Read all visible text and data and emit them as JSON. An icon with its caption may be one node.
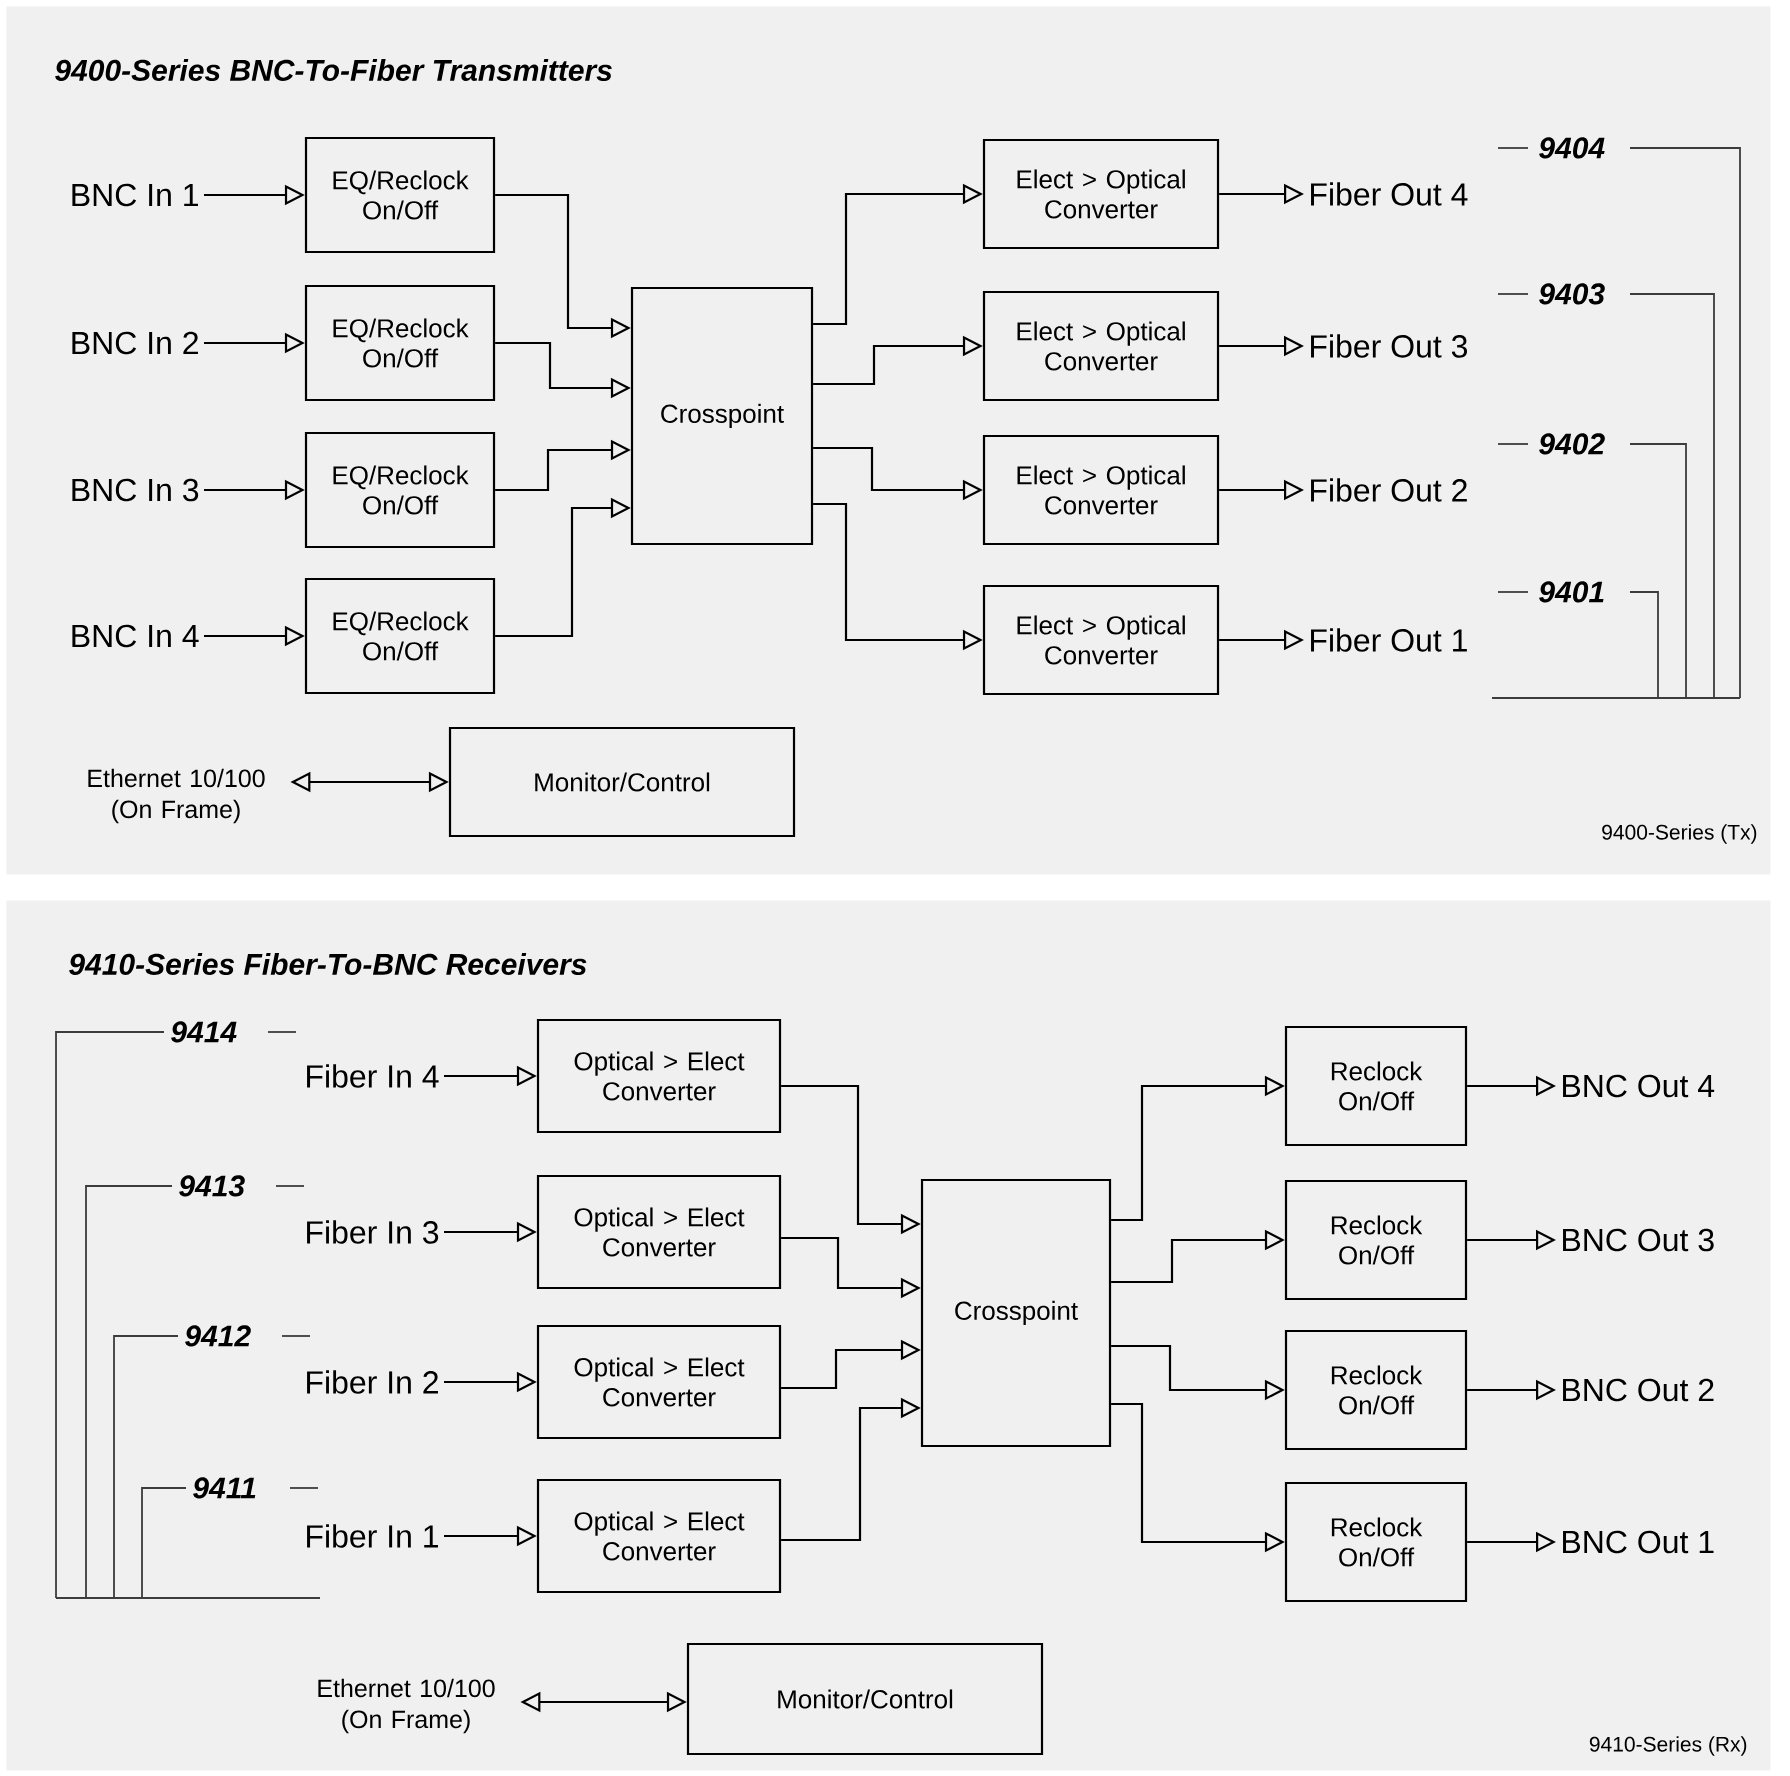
{
  "diagram": {
    "nodes": [
      {
        "text": [
          "9400-Series BNC-To-Fiber Transmitters",
          "9400-Series (Tx)"
        ]
      },
      {
        "text": [
          "BNC In 1"
        ],
        "in": 0
      },
      {
        "text": [
          "BNC In 2"
        ],
        "in": 0
      },
      {
        "text": [
          "BNC In 3"
        ],
        "in": 0
      },
      {
        "text": [
          "BNC In 4"
        ],
        "in": 0
      },
      {
        "text": [
          "EQ/Reclock On/Off"
        ],
        "in": 0
      },
      {
        "text": [
          "EQ/Reclock On/Off"
        ],
        "in": 0
      },
      {
        "text": [
          "EQ/Reclock On/Off"
        ],
        "in": 0
      },
      {
        "text": [
          "EQ/Reclock On/Off"
        ],
        "in": 0
      },
      {
        "text": [
          "Crosspoint"
        ],
        "in": 0
      },
      {
        "text": [
          "Elect > Optical Converter"
        ],
        "in": 0
      },
      {
        "text": [
          "Elect > Optical Converter"
        ],
        "in": 0
      },
      {
        "text": [
          "Elect > Optical Converter"
        ],
        "in": 0
      },
      {
        "text": [
          "Elect > Optical Converter"
        ],
        "in": 0
      },
      {
        "text": [
          "Fiber Out 4"
        ],
        "in": 0
      },
      {
        "text": [
          "Fiber Out 3"
        ],
        "in": 0
      },
      {
        "text": [
          "Fiber Out 2"
        ],
        "in": 0
      },
      {
        "text": [
          "Fiber Out 1"
        ],
        "in": 0
      },
      {
        "text": [
          "Ethernet 10/100 (On Frame)"
        ],
        "in": 0
      },
      {
        "text": [
          "Monitor/Control"
        ],
        "in": 0
      },
      {
        "text": [
          "9410-Series Fiber-To-BNC Receivers",
          "9410-Series (Rx)"
        ]
      },
      {
        "text": [
          "Fiber In 4"
        ],
        "in": 20
      },
      {
        "text": [
          "Fiber In 3"
        ],
        "in": 20
      },
      {
        "text": [
          "Fiber In 2"
        ],
        "in": 20
      },
      {
        "text": [
          "Fiber In 1"
        ],
        "in": 20
      },
      {
        "text": [
          "Optical > Elect Converter"
        ],
        "in": 20
      },
      {
        "text": [
          "Optical > Elect Converter"
        ],
        "in": 20
      },
      {
        "text": [
          "Optical > Elect Converter"
        ],
        "in": 20
      },
      {
        "text": [
          "Optical > Elect Converter"
        ],
        "in": 20
      },
      {
        "text": [
          "Crosspoint"
        ],
        "in": 20
      },
      {
        "text": [
          "Reclock On/Off"
        ],
        "in": 20
      },
      {
        "text": [
          "Reclock On/Off"
        ],
        "in": 20
      },
      {
        "text": [
          "Reclock On/Off"
        ],
        "in": 20
      },
      {
        "text": [
          "Reclock On/Off"
        ],
        "in": 20
      },
      {
        "text": [
          "BNC Out 4"
        ],
        "in": 20
      },
      {
        "text": [
          "BNC Out 3"
        ],
        "in": 20
      },
      {
        "text": [
          "BNC Out 2"
        ],
        "in": 20
      },
      {
        "text": [
          "BNC Out 1"
        ],
        "in": 20
      },
      {
        "text": [
          "Ethernet 10/100 (On Frame)"
        ],
        "in": 20
      },
      {
        "text": [
          "Monitor/Control"
        ],
        "in": 20
      }
    ],
    "edges": [
      {
        "from": 1,
        "to": 5,
        "arrow": "to"
      },
      {
        "from": 2,
        "to": 6,
        "arrow": "to"
      },
      {
        "from": 3,
        "to": 7,
        "arrow": "to"
      },
      {
        "from": 4,
        "to": 8,
        "arrow": "to"
      },
      {
        "from": 5,
        "to": 9,
        "arrow": "to"
      },
      {
        "from": 6,
        "to": 9,
        "arrow": "to"
      },
      {
        "from": 7,
        "to": 9,
        "arrow": "to"
      },
      {
        "from": 8,
        "to": 9,
        "arrow": "to"
      },
      {
        "from": 9,
        "to": 10,
        "arrow": "to"
      },
      {
        "from": 9,
        "to": 11,
        "arrow": "to"
      },
      {
        "from": 9,
        "to": 12,
        "arrow": "to"
      },
      {
        "from": 9,
        "to": 13,
        "arrow": "to"
      },
      {
        "from": 10,
        "to": 14,
        "arrow": "to"
      },
      {
        "from": 11,
        "to": 15,
        "arrow": "to"
      },
      {
        "from": 12,
        "to": 16,
        "arrow": "to"
      },
      {
        "from": 13,
        "to": 17,
        "arrow": "to"
      },
      {
        "from": 18,
        "to": 19,
        "arrow": "both"
      },
      {
        "from": 21,
        "to": 25,
        "arrow": "to"
      },
      {
        "from": 22,
        "to": 26,
        "arrow": "to"
      },
      {
        "from": 23,
        "to": 27,
        "arrow": "to"
      },
      {
        "from": 24,
        "to": 28,
        "arrow": "to"
      },
      {
        "from": 25,
        "to": 29,
        "arrow": "to"
      },
      {
        "from": 26,
        "to": 29,
        "arrow": "to"
      },
      {
        "from": 27,
        "to": 29,
        "arrow": "to"
      },
      {
        "from": 28,
        "to": 29,
        "arrow": "to"
      },
      {
        "from": 29,
        "to": 30,
        "arrow": "to"
      },
      {
        "from": 29,
        "to": 31,
        "arrow": "to"
      },
      {
        "from": 29,
        "to": 32,
        "arrow": "to"
      },
      {
        "from": 29,
        "to": 33,
        "arrow": "to"
      },
      {
        "from": 30,
        "to": 34,
        "arrow": "to"
      },
      {
        "from": 31,
        "to": 35,
        "arrow": "to"
      },
      {
        "from": 32,
        "to": 36,
        "arrow": "to"
      },
      {
        "from": 33,
        "to": 37,
        "arrow": "to"
      },
      {
        "from": 38,
        "to": 39,
        "arrow": "both"
      }
    ],
    "labels": [
      "9404",
      "9403",
      "9402",
      "9401",
      "9414",
      "9413",
      "9412",
      "9411"
    ]
  }
}
